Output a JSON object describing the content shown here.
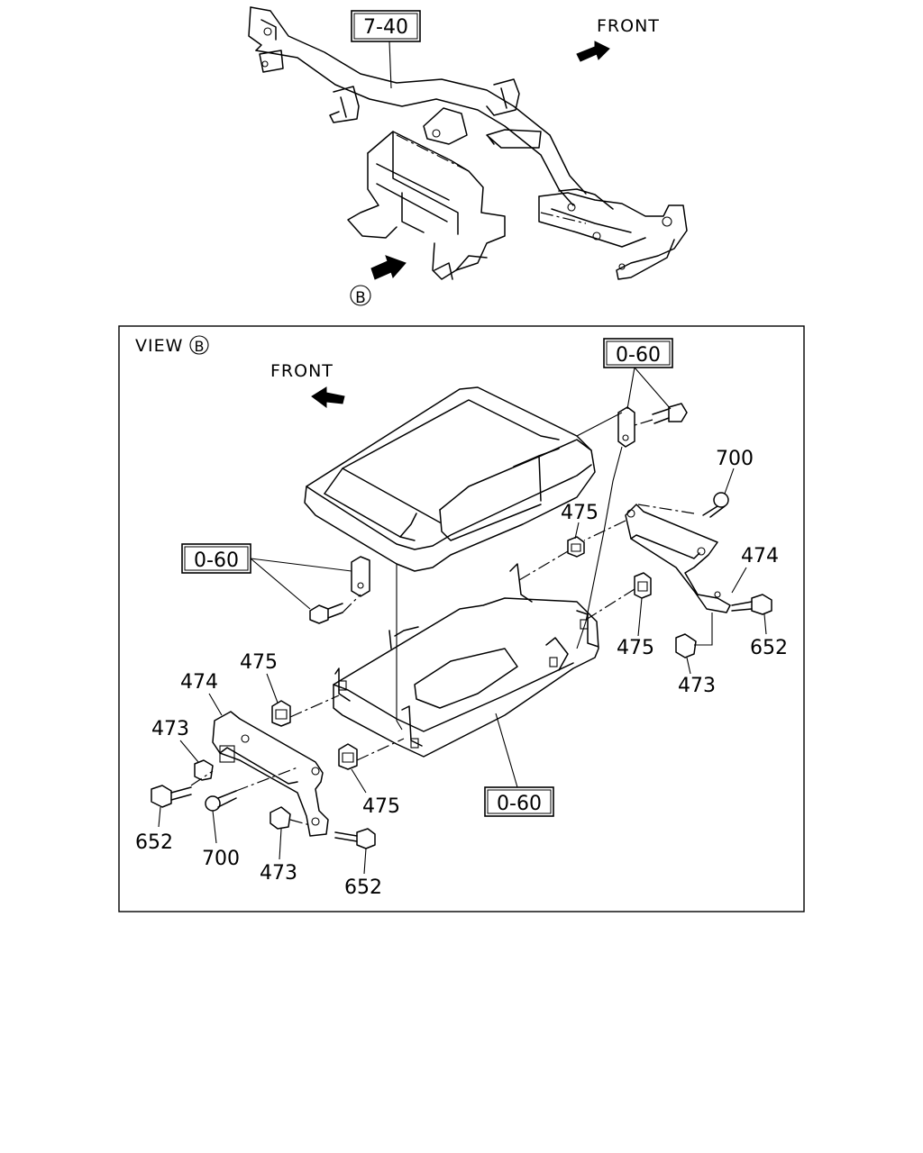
{
  "top_view": {
    "ref_box": "7-40",
    "front_label": "FRONT",
    "view_marker": "B"
  },
  "view_b": {
    "title": "VIEW",
    "title_marker": "B",
    "front_label": "FRONT",
    "ref_boxes": [
      "0-60",
      "0-60",
      "0-60"
    ],
    "part_labels": [
      "700",
      "475",
      "474",
      "652",
      "475",
      "473",
      "474",
      "475",
      "473",
      "652",
      "700",
      "473",
      "475",
      "652"
    ]
  }
}
